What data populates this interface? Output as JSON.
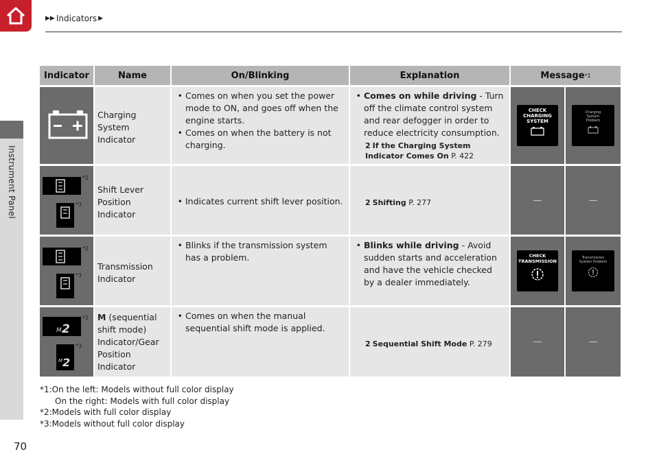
{
  "breadcrumb": {
    "items": [
      "Indicators"
    ]
  },
  "side_label": "Instrument Panel",
  "page_number": "70",
  "table": {
    "headers": {
      "indicator": "Indicator",
      "name": "Name",
      "on_blinking": "On/Blinking",
      "explanation": "Explanation",
      "message": "Message",
      "message_sup": "*1"
    },
    "rows": [
      {
        "name": "Charging System Indicator",
        "on_blinking": [
          "Comes on when you set the power mode to ON, and goes off when the engine starts.",
          "Comes on when the battery is not charging."
        ],
        "explanation_bold": "Comes on while driving",
        "explanation_text": " - Turn off the climate control system and rear defogger in order to reduce electricity consumption.",
        "ref_bold": "If the Charging System Indicator Comes On",
        "ref_page": " P. 422",
        "msg_left": "CHECK CHARGING SYSTEM",
        "msg_right": "Charging System Problem"
      },
      {
        "name": "Shift Lever Position Indicator",
        "on_blinking": [
          "Indicates current shift lever position."
        ],
        "ref_bold": "Shifting",
        "ref_page": " P. 277",
        "msg_left": "—",
        "msg_right": "—",
        "sup_a": "*2",
        "sup_b": "*3"
      },
      {
        "name": "Transmission Indicator",
        "on_blinking": [
          "Blinks if the transmission system has a problem."
        ],
        "explanation_bold": "Blinks while driving",
        "explanation_text": " - Avoid sudden starts and acceleration and have the vehicle checked by a dealer immediately.",
        "msg_left": "CHECK TRANSMISSION",
        "msg_right": "Transmission System Problem",
        "sup_a": "*2",
        "sup_b": "*3"
      },
      {
        "name_bold": "M",
        "name": " (sequential shift mode) Indicator/Gear Position Indicator",
        "on_blinking": [
          "Comes on when the manual sequential shift mode is applied."
        ],
        "ref_bold": "Sequential Shift Mode",
        "ref_page": " P. 279",
        "msg_left": "—",
        "msg_right": "—",
        "sup_a": "*2",
        "sup_b": "*3"
      }
    ]
  },
  "notes": [
    "*1:On the left: Models without full color display",
    "On the right: Models with full color display",
    "*2:Models with full color display",
    "*3:Models without full color display"
  ],
  "colors": {
    "home": "#c8202a",
    "header_bg": "#b5b5b5",
    "row_bg": "#e6e6e6",
    "icon_bg": "#6b6b6b"
  }
}
